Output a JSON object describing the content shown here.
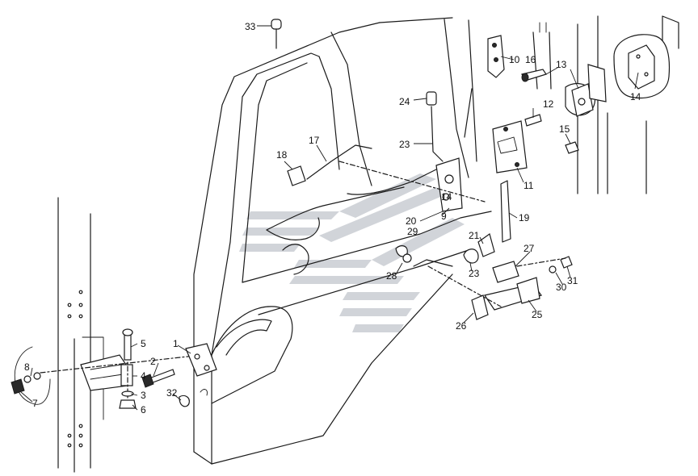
{
  "labels": {
    "l1": "1",
    "l2": "2",
    "l3": "3",
    "l4": "4",
    "l5": "5",
    "l6": "6",
    "l7": "7",
    "l8": "8",
    "l9": "9",
    "l10": "10",
    "l11": "11",
    "l12": "12",
    "l13": "13",
    "l14": "14",
    "l14b": "14",
    "l15": "15",
    "l16": "16",
    "l17": "17",
    "l18": "18",
    "l19": "19",
    "l20": "20",
    "l21": "21",
    "l23a": "23",
    "l23b": "23",
    "l24": "24",
    "l25": "25",
    "l26": "26",
    "l27": "27",
    "l28": "28",
    "l29": "29",
    "l30": "30",
    "l31": "31",
    "l32": "32",
    "l33": "33"
  },
  "colors": {
    "line": "#1a1a1a",
    "watermark": "#c9cdd2",
    "background": "#ffffff"
  }
}
